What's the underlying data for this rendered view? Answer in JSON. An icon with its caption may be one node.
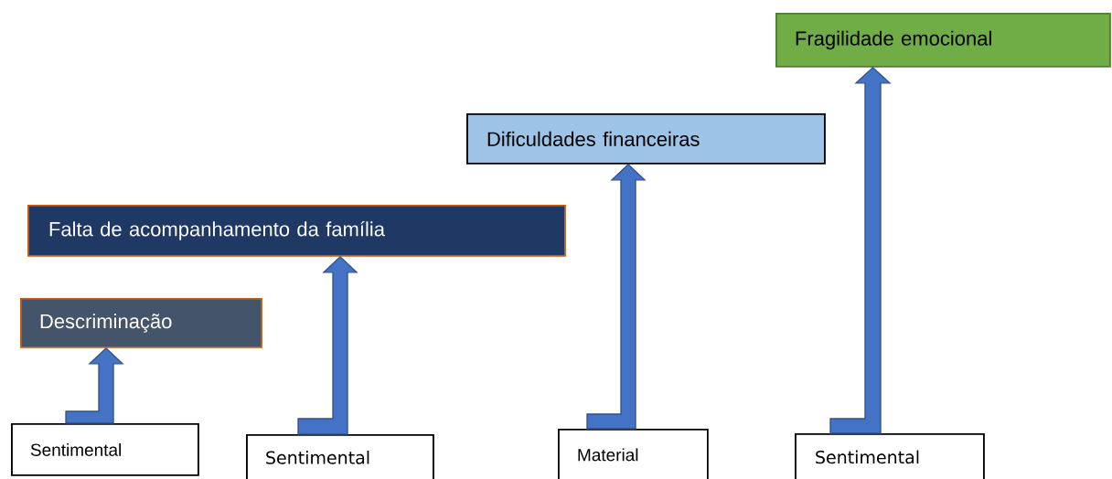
{
  "diagram": {
    "nodes": [
      {
        "text": [
          "Fragilidade emocional"
        ]
      },
      {
        "text": [
          "Dificuldades financeiras"
        ]
      },
      {
        "text": [
          "Falta de acompanhamento da família"
        ]
      },
      {
        "text": [
          "Descriminação"
        ]
      },
      {
        "text": [
          "Sentimental"
        ]
      },
      {
        "text": [
          "Sentimental"
        ]
      },
      {
        "text": [
          "Material"
        ]
      },
      {
        "text": [
          "Sentimental"
        ]
      }
    ],
    "edges": [
      {
        "from": 4,
        "to": 3,
        "arrow": "to"
      },
      {
        "from": 5,
        "to": 2,
        "arrow": "to"
      },
      {
        "from": 6,
        "to": 1,
        "arrow": "to"
      },
      {
        "from": 7,
        "to": 0,
        "arrow": "to"
      }
    ]
  }
}
